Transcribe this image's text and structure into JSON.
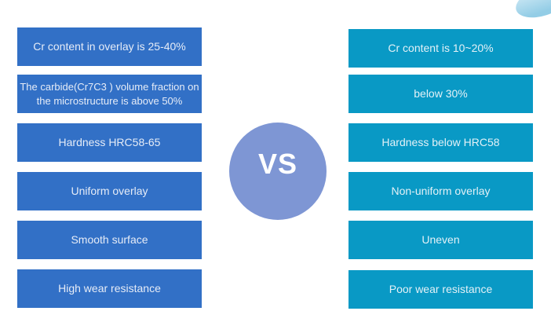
{
  "slide": {
    "type": "comparison-infographic",
    "background_color": "#ffffff"
  },
  "vs_badge": {
    "label": "VS",
    "circle_color": "#7e96d4",
    "text_color": "#ffffff"
  },
  "decor": {
    "corner_swoosh_color": "#93cde6",
    "corner_swoosh_light": "#cfe9f5"
  },
  "left_column": {
    "box_color": "#3270c6",
    "text_color": "#e6ecf7",
    "items": [
      {
        "label": "Cr content in overlay is 25-40%"
      },
      {
        "label": "The carbide(Cr7C3 ) volume fraction on the microstructure is above 50%"
      },
      {
        "label": "Hardness HRC58-65"
      },
      {
        "label": "Uniform overlay"
      },
      {
        "label": "Smooth surface"
      },
      {
        "label": "High wear resistance"
      }
    ]
  },
  "right_column": {
    "box_color": "#0999c5",
    "text_color": "#e3f1f7",
    "items": [
      {
        "label": "Cr content is 10~20%"
      },
      {
        "label": "below 30%"
      },
      {
        "label": "Hardness below HRC58"
      },
      {
        "label": "Non-uniform overlay"
      },
      {
        "label": "Uneven"
      },
      {
        "label": "Poor wear resistance"
      }
    ]
  }
}
